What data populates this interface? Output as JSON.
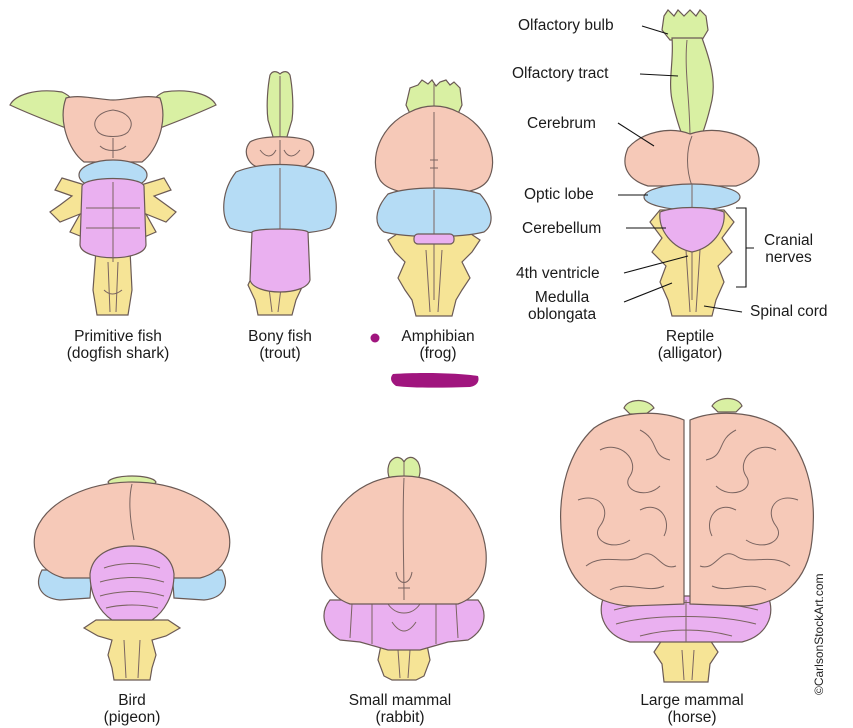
{
  "captions": {
    "primitive_fish": [
      "Primitive fish",
      "(dogfish shark)"
    ],
    "bony_fish": [
      "Bony fish",
      "(trout)"
    ],
    "amphibian": [
      "Amphibian",
      "(frog)"
    ],
    "reptile": [
      "Reptile",
      "(alligator)"
    ],
    "bird": [
      "Bird",
      "(pigeon)"
    ],
    "small_mammal": [
      "Small mammal",
      "(rabbit)"
    ],
    "large_mammal": [
      "Large mammal",
      "(horse)"
    ]
  },
  "labels": {
    "olfactory_bulb": "Olfactory bulb",
    "olfactory_tract": "Olfactory tract",
    "cerebrum": "Cerebrum",
    "optic_lobe": "Optic lobe",
    "cerebellum": "Cerebellum",
    "fourth_ventricle": "4th ventricle",
    "medulla": [
      "Medulla",
      "oblongata"
    ],
    "cranial_nerves": [
      "Cranial",
      "nerves"
    ],
    "spinal_cord": "Spinal cord"
  },
  "credit": "©CarlsonStockArt.com",
  "colors": {
    "olfactory": "#d9f0a3",
    "cerebrum": "#f6c9b8",
    "optic_lobe": "#b5dcf5",
    "cerebellum": "#eab0f0",
    "medulla": "#f6e496",
    "annotation": "#a0157e"
  }
}
